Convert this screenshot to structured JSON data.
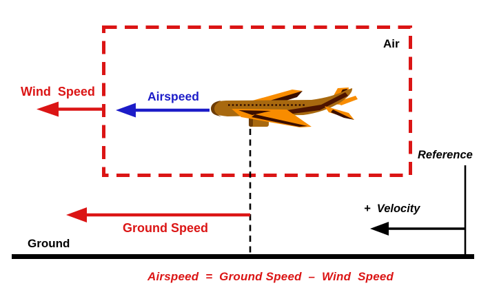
{
  "frame_labels": {
    "air": "Air",
    "ground": "Ground",
    "reference": "Reference",
    "positive_velocity": "+  Velocity"
  },
  "vectors": {
    "wind_speed": "Wind  Speed",
    "airspeed": "Airspeed",
    "ground_speed": "Ground Speed"
  },
  "equation": "Airspeed  =  Ground Speed  –  Wind  Speed",
  "colors": {
    "accent_red": "#db1515",
    "accent_blue": "#1c1cc8",
    "ink_black": "#000000",
    "background": "#ffffff",
    "plane_fuselage": "#a8690f",
    "plane_wing_orange": "#f88c00",
    "plane_dark_accent": "#3a0e00"
  },
  "icons": {
    "airplane": "airplane-icon",
    "wind_arrow": "left-arrow",
    "airspeed_arrow": "left-arrow",
    "ground_speed_arrow": "left-arrow",
    "velocity_arrow": "left-arrow"
  }
}
